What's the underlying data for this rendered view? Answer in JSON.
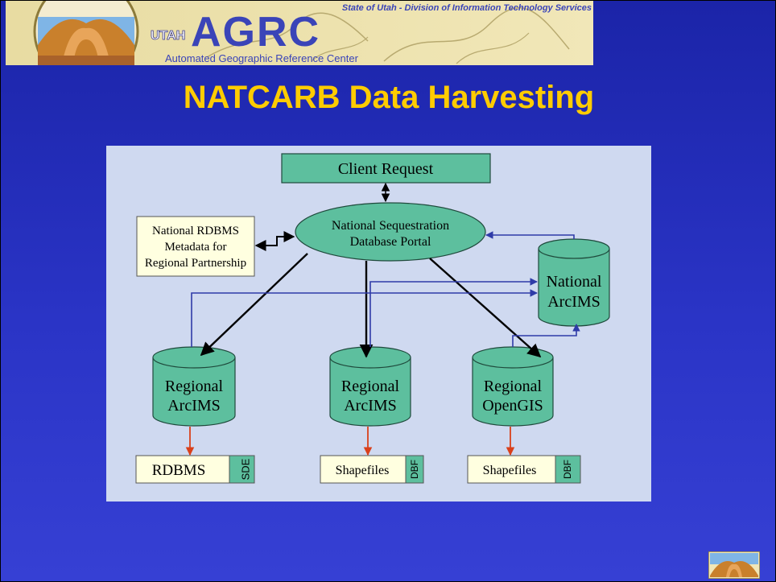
{
  "banner": {
    "org_small": "UTAH",
    "org_big": "AGRC",
    "subtitle": "Automated Geographic Reference Center",
    "tagline": "State of Utah - Division of Information Technology Services"
  },
  "slide": {
    "title": "NATCARB Data Harvesting"
  },
  "diagram": {
    "client": "Client Request",
    "portal": [
      "National Sequestration",
      "Database Portal"
    ],
    "metadata": [
      "National RDBMS",
      "Metadata for",
      "Regional Partnership"
    ],
    "national": [
      "National",
      "ArcIMS"
    ],
    "regional": [
      {
        "line1": "Regional",
        "line2": "ArcIMS",
        "store": "RDBMS",
        "tag": "SDE"
      },
      {
        "line1": "Regional",
        "line2": "ArcIMS",
        "store": "Shapefiles",
        "tag": "DBF"
      },
      {
        "line1": "Regional",
        "line2": "OpenGIS",
        "store": "Shapefiles",
        "tag": "DBF"
      }
    ]
  },
  "colors": {
    "background": "#2a34c6",
    "title": "#ffcc00",
    "node_fill": "#5dbf9e",
    "panel": "#cfd9f0",
    "note_fill": "#ffffe0",
    "link_blue": "#2f3ba8",
    "link_red": "#d9401b"
  }
}
